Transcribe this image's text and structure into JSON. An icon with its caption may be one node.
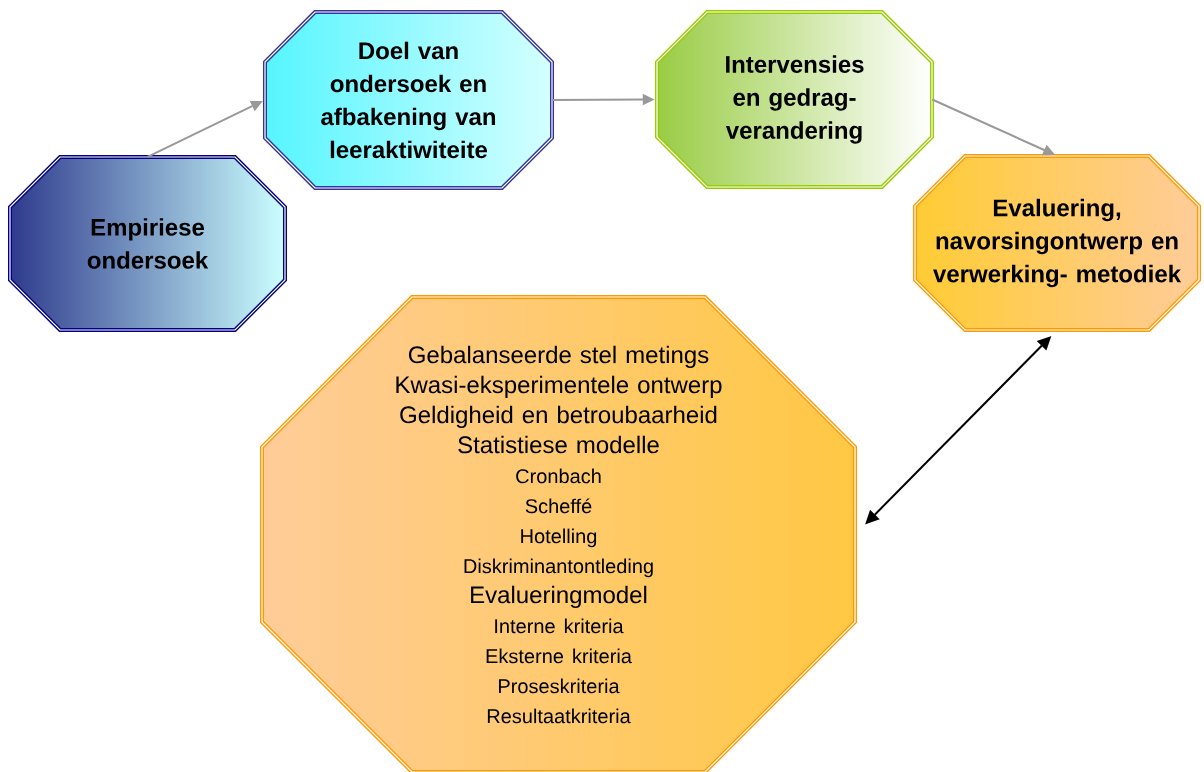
{
  "diagram": {
    "nodes": [
      {
        "text": [
          "Empiriese ondersoek"
        ]
      },
      {
        "text": [
          "Doel van ondersoek en afbakening van leeraktiwiteite"
        ]
      },
      {
        "text": [
          "Intervensies en gedrag- verandering"
        ]
      },
      {
        "text": [
          "Evaluering, navorsingontwerp en verwerking- metodiek"
        ]
      },
      {
        "text": [
          "Gebalanseerde stel metings",
          "Kwasi-eksperimentele ontwerp",
          "Geldigheid en betroubaarheid",
          "Statistiese modelle",
          "Cronbach",
          "Scheffé",
          "Hotelling",
          "Diskriminantontleding",
          "Evalueringmodel",
          "Interne kriteria",
          "Eksterne kriteria",
          "Proseskriteria",
          "Resultaatkriteria"
        ]
      }
    ],
    "edges": [
      {
        "from": 0,
        "to": 1,
        "arrow": "to"
      },
      {
        "from": 1,
        "to": 2,
        "arrow": "to"
      },
      {
        "from": 2,
        "to": 3,
        "arrow": "to"
      },
      {
        "from": 4,
        "to": 3,
        "arrow": "both",
        "color": "#000000"
      }
    ]
  }
}
